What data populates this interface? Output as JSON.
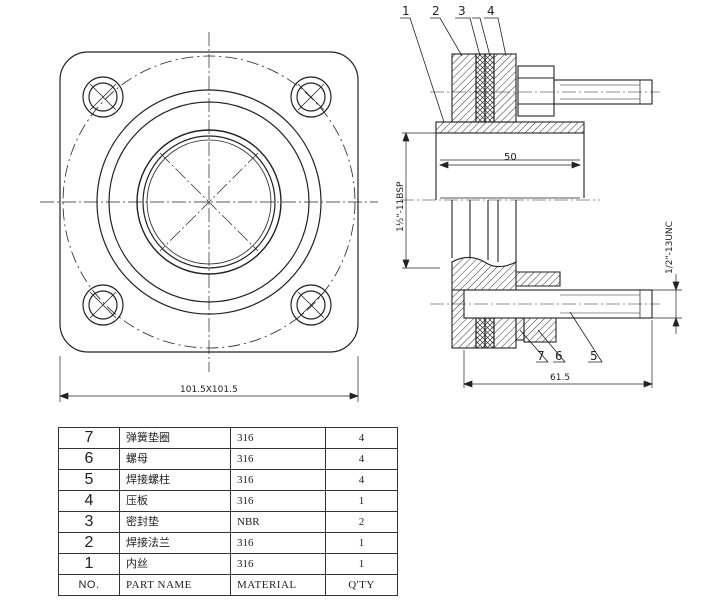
{
  "callouts": [
    "1",
    "2",
    "3",
    "4",
    "5",
    "6",
    "7"
  ],
  "dimensions": {
    "front_width": "101.5X101.5",
    "bore_length": "50",
    "thread_pipe": "1½\"-11BSP",
    "thread_stud": "1/2\"-13UNC",
    "side_depth": "61.5"
  },
  "bom": {
    "header": {
      "no": "NO.",
      "name": "PART NAME",
      "material": "MATERIAL",
      "qty": "Q'TY"
    },
    "rows": [
      {
        "no": "7",
        "name": "弹簧垫圈",
        "material": "316",
        "qty": "4"
      },
      {
        "no": "6",
        "name": "螺母",
        "material": "316",
        "qty": "4"
      },
      {
        "no": "5",
        "name": "焊接螺柱",
        "material": "316",
        "qty": "4"
      },
      {
        "no": "4",
        "name": "压板",
        "material": "316",
        "qty": "1"
      },
      {
        "no": "3",
        "name": "密封垫",
        "material": "NBR",
        "qty": "2"
      },
      {
        "no": "2",
        "name": "焊接法兰",
        "material": "316",
        "qty": "1"
      },
      {
        "no": "1",
        "name": "内丝",
        "material": "316",
        "qty": "1"
      }
    ]
  }
}
